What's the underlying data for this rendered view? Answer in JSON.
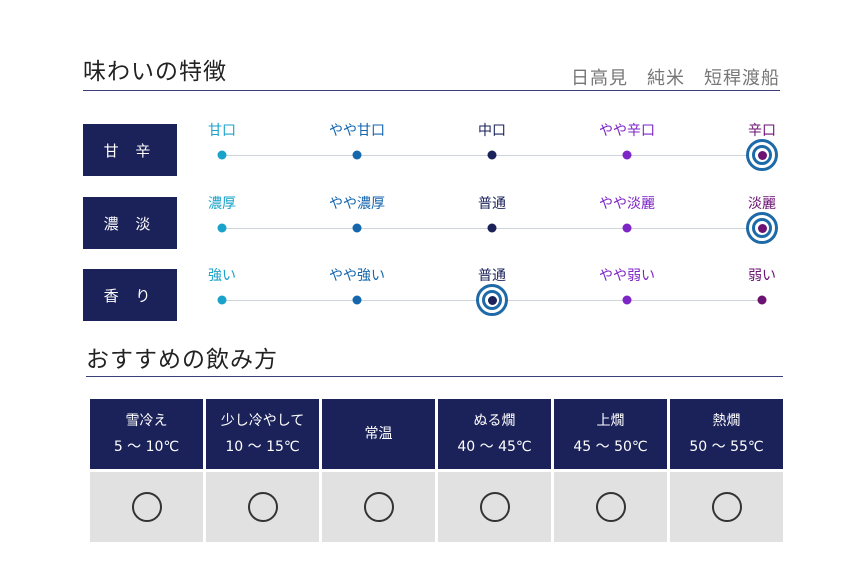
{
  "header": {
    "title": "味わいの特徴",
    "product": "日高見　純米　短稈渡船"
  },
  "colors": {
    "navy": "#1b2259",
    "level1": "#1aa3c9",
    "level2": "#1466ad",
    "level3": "#1b2259",
    "level4": "#7d25c6",
    "level5": "#6b1273",
    "ring": "#1e6aa8"
  },
  "taste_rows": [
    {
      "badge": "甘 辛",
      "labels": [
        "甘口",
        "やや甘口",
        "中口",
        "やや辛口",
        "辛口"
      ],
      "selected_index": 4
    },
    {
      "badge": "濃 淡",
      "labels": [
        "濃厚",
        "やや濃厚",
        "普通",
        "やや淡麗",
        "淡麗"
      ],
      "selected_index": 4
    },
    {
      "badge": "香 り",
      "labels": [
        "強い",
        "やや強い",
        "普通",
        "やや弱い",
        "弱い"
      ],
      "selected_index": 2
    }
  ],
  "drinking": {
    "title": "おすすめの飲み方",
    "columns": [
      {
        "name": "雪冷え",
        "range": "5 ～ 10℃",
        "mark": "○"
      },
      {
        "name": "少し冷やして",
        "range": "10 ～ 15℃",
        "mark": "○"
      },
      {
        "name": "常温",
        "range": "",
        "mark": "○"
      },
      {
        "name": "ぬる燗",
        "range": "40 ～ 45℃",
        "mark": "○"
      },
      {
        "name": "上燗",
        "range": "45 ～ 50℃",
        "mark": "○"
      },
      {
        "name": "熱燗",
        "range": "50 ～ 55℃",
        "mark": "○"
      }
    ]
  }
}
